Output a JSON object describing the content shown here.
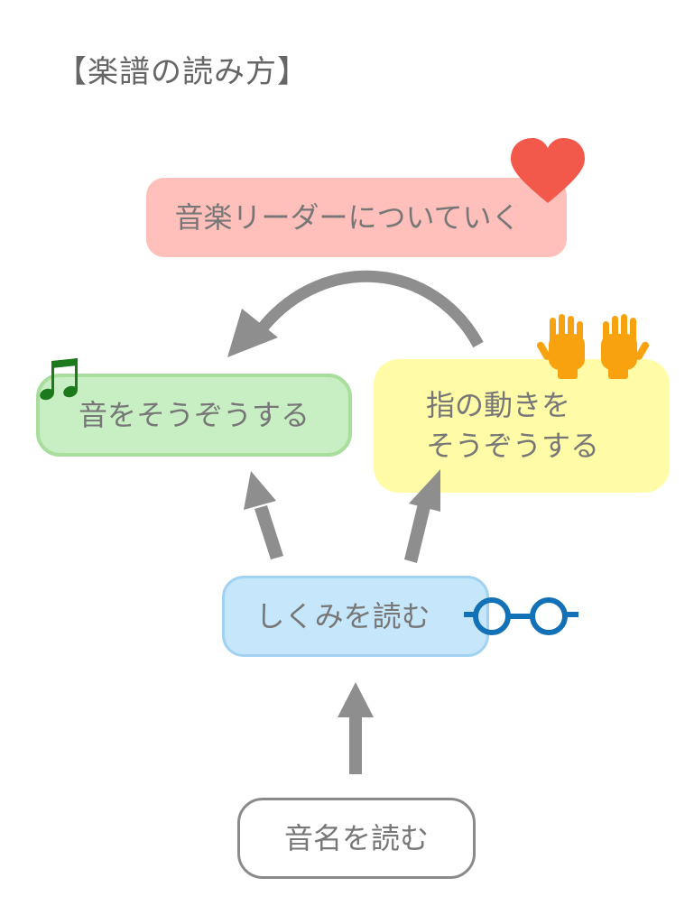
{
  "title": "【楽譜の読み方】",
  "nodes": {
    "leader": "音楽リーダーについていく",
    "sound": "音をそうぞうする",
    "finger": "指の動きを\nそうぞうする",
    "structure": "しくみを読む",
    "note_names": "音名を読む"
  },
  "icons": {
    "leader": "heart-icon",
    "sound": "music-note-icon",
    "finger": "raised-hands-icon",
    "structure": "glasses-icon"
  },
  "colors": {
    "leader_box": "#ffbfba",
    "sound_box": "#c8eec3",
    "finger_box": "#fffba6",
    "structure_box": "#c6e7fb",
    "arrow": "#8e8e8e",
    "heart": "#f2594b",
    "note": "#1c7a1c",
    "hand": "#f7a20e",
    "glasses": "#1371b8"
  }
}
